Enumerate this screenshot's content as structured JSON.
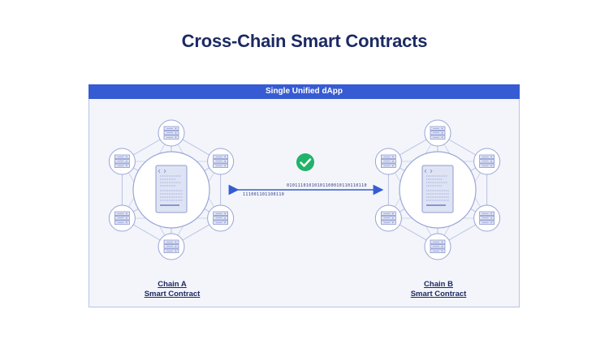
{
  "title": "Cross-Chain Smart Contracts",
  "banner": "Single Unified dApp",
  "chain_a": {
    "name": "Chain A",
    "subtitle": "Smart Contract"
  },
  "chain_b": {
    "name": "Chain B",
    "subtitle": "Smart Contract"
  },
  "transfer": {
    "bits_top": "01011101010101100010110110110",
    "bits_bottom": "111001101100110",
    "status_icon": "check-circle-icon"
  },
  "colors": {
    "title": "#1c2a63",
    "banner": "#375bd2",
    "node_stroke": "#9aa6d6",
    "link": "#b7c0e3",
    "arrow": "#375bd2",
    "check": "#21b36a"
  }
}
